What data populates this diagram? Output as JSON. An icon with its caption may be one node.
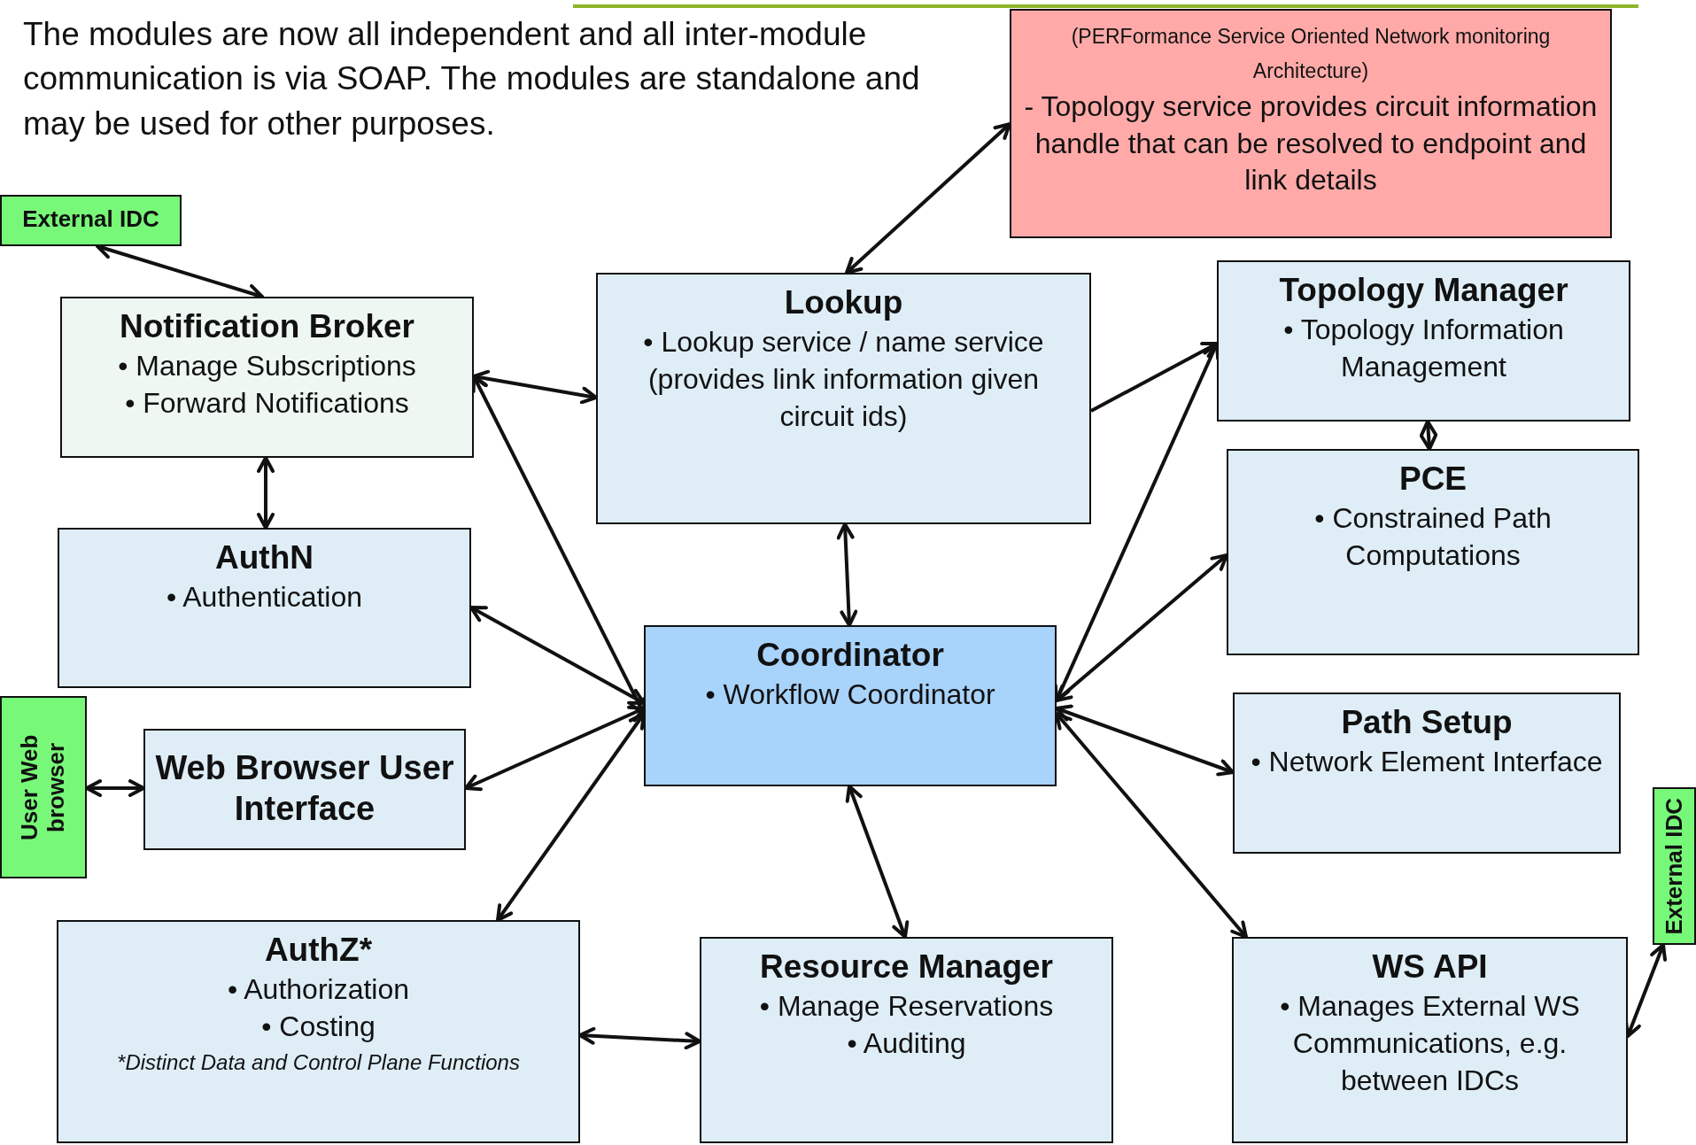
{
  "diagram": {
    "nodes": [
      {
        "text": [
          "(PERFormance Service Oriented Network monitoring Architecture)",
          "- Topology service provides circuit information handle that can be resolved to endpoint and link details"
        ]
      },
      {
        "text": [
          "External IDC"
        ]
      },
      {
        "text": [
          "Notification Broker",
          "• Manage Subscriptions",
          "• Forward Notifications"
        ]
      },
      {
        "text": [
          "Lookup",
          "• Lookup service / name service (provides link information given circuit ids)"
        ]
      },
      {
        "text": [
          "Topology Manager",
          "• Topology Information Management"
        ]
      },
      {
        "text": [
          "AuthN",
          "• Authentication"
        ]
      },
      {
        "text": [
          "PCE",
          "• Constrained Path Computations"
        ]
      },
      {
        "text": [
          "User Web browser"
        ]
      },
      {
        "text": [
          "Web Browser User Interface"
        ]
      },
      {
        "text": [
          "Coordinator",
          "• Workflow Coordinator"
        ]
      },
      {
        "text": [
          "Path Setup",
          "• Network Element Interface"
        ]
      },
      {
        "text": [
          "External IDC"
        ]
      },
      {
        "text": [
          "AuthZ*",
          "• Authorization",
          "• Costing",
          "*Distinct Data and Control Plane Functions"
        ]
      },
      {
        "text": [
          "Resource Manager",
          "• Manage Reservations",
          "• Auditing"
        ]
      },
      {
        "text": [
          "WS API",
          "• Manages External WS Communications, e.g. between IDCs"
        ]
      }
    ],
    "edges": [
      {
        "from": 3,
        "to": 0,
        "arrow": "both"
      },
      {
        "from": 1,
        "to": 2,
        "arrow": "both"
      },
      {
        "from": 2,
        "to": 3,
        "arrow": "both"
      },
      {
        "from": 2,
        "to": 5,
        "arrow": "both"
      },
      {
        "from": 2,
        "to": 9,
        "arrow": "both"
      },
      {
        "from": 3,
        "to": 4,
        "arrow": "to"
      },
      {
        "from": 3,
        "to": 9,
        "arrow": "both"
      },
      {
        "from": 4,
        "to": 6,
        "arrow": "both"
      },
      {
        "from": 5,
        "to": 9,
        "arrow": "both"
      },
      {
        "from": 7,
        "to": 8,
        "arrow": "both"
      },
      {
        "from": 8,
        "to": 9,
        "arrow": "both"
      },
      {
        "from": 12,
        "to": 9,
        "arrow": "both"
      },
      {
        "from": 9,
        "to": 4,
        "arrow": "both"
      },
      {
        "from": 9,
        "to": 6,
        "arrow": "both"
      },
      {
        "from": 9,
        "to": 10,
        "arrow": "both"
      },
      {
        "from": 9,
        "to": 14,
        "arrow": "both"
      },
      {
        "from": 9,
        "to": 13,
        "arrow": "both"
      },
      {
        "from": 12,
        "to": 13,
        "arrow": "both"
      },
      {
        "from": 14,
        "to": 11,
        "arrow": "both"
      }
    ],
    "labels": [
      "The modules are now all independent and all inter-module communication is via SOAP. The modules are standalone and may be used for other purposes."
    ]
  }
}
